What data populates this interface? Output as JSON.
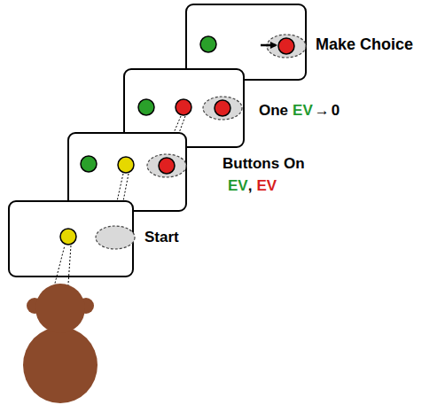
{
  "diagram": {
    "labels": [
      "Start",
      "Buttons On",
      "EV",
      ",",
      "EV",
      "One",
      "EV",
      "→",
      "0",
      "Make Choice"
    ]
  }
}
